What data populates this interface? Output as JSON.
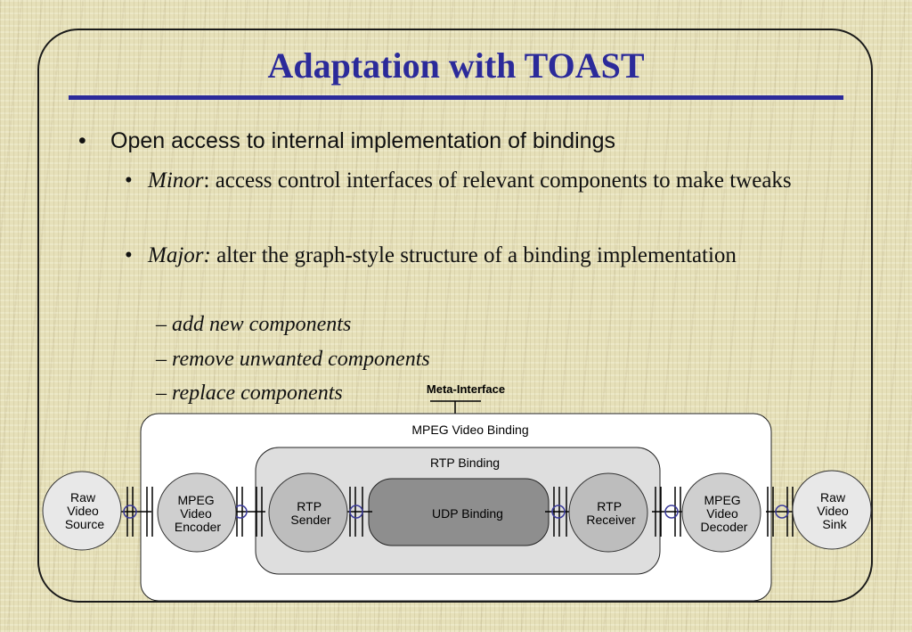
{
  "slide": {
    "title": "Adaptation with TOAST",
    "bullet1": "Open access to internal implementation of bindings",
    "bullet_symbol": "•",
    "minor_term": "Minor",
    "minor_text": ": access control interfaces of relevant components to make tweaks",
    "major_term": "Major:",
    "major_text": " alter the graph-style structure of a binding implementation",
    "sub_items": [
      "– add new components",
      "– remove unwanted components",
      "– replace components"
    ]
  },
  "diagram": {
    "meta_interface_label": "Meta-Interface",
    "outer_binding_label": "MPEG Video Binding",
    "inner_binding_label": "RTP Binding",
    "udp_binding_label": "UDP Binding",
    "raw_video_source": [
      "Raw",
      "Video",
      "Source"
    ],
    "mpeg_video_encoder": [
      "MPEG",
      "Video",
      "Encoder"
    ],
    "rtp_sender": [
      "RTP",
      "Sender"
    ],
    "rtp_receiver": [
      "RTP",
      "Receiver"
    ],
    "mpeg_video_decoder": [
      "MPEG",
      "Video",
      "Decoder"
    ],
    "raw_video_sink": [
      "Raw",
      "Video",
      "Sink"
    ]
  }
}
